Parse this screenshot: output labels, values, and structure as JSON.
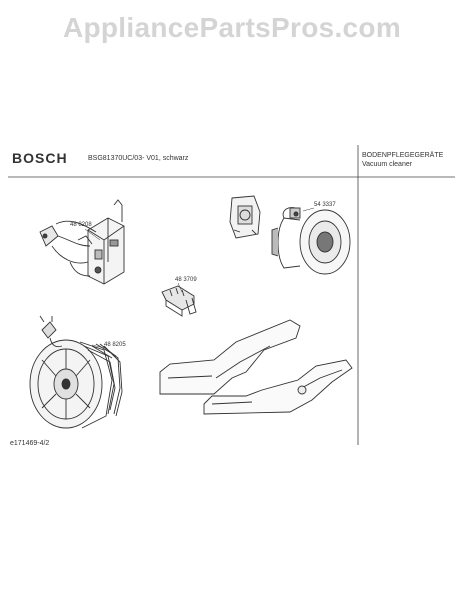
{
  "watermark": "AppliancePartsPros.com",
  "header": {
    "brand": "BOSCH",
    "model": "BSG81370UC/03- V01, schwarz",
    "category_line1": "BODENPFLEGEGERÄTE",
    "category_line2": "Vacuum cleaner"
  },
  "parts": [
    {
      "part_no": "48 8208"
    },
    {
      "part_no": "54 3337"
    },
    {
      "part_no": "48 3709"
    },
    {
      "part_no": "48 8205"
    }
  ],
  "footer": {
    "doc_ref": "e171469-4/2"
  }
}
